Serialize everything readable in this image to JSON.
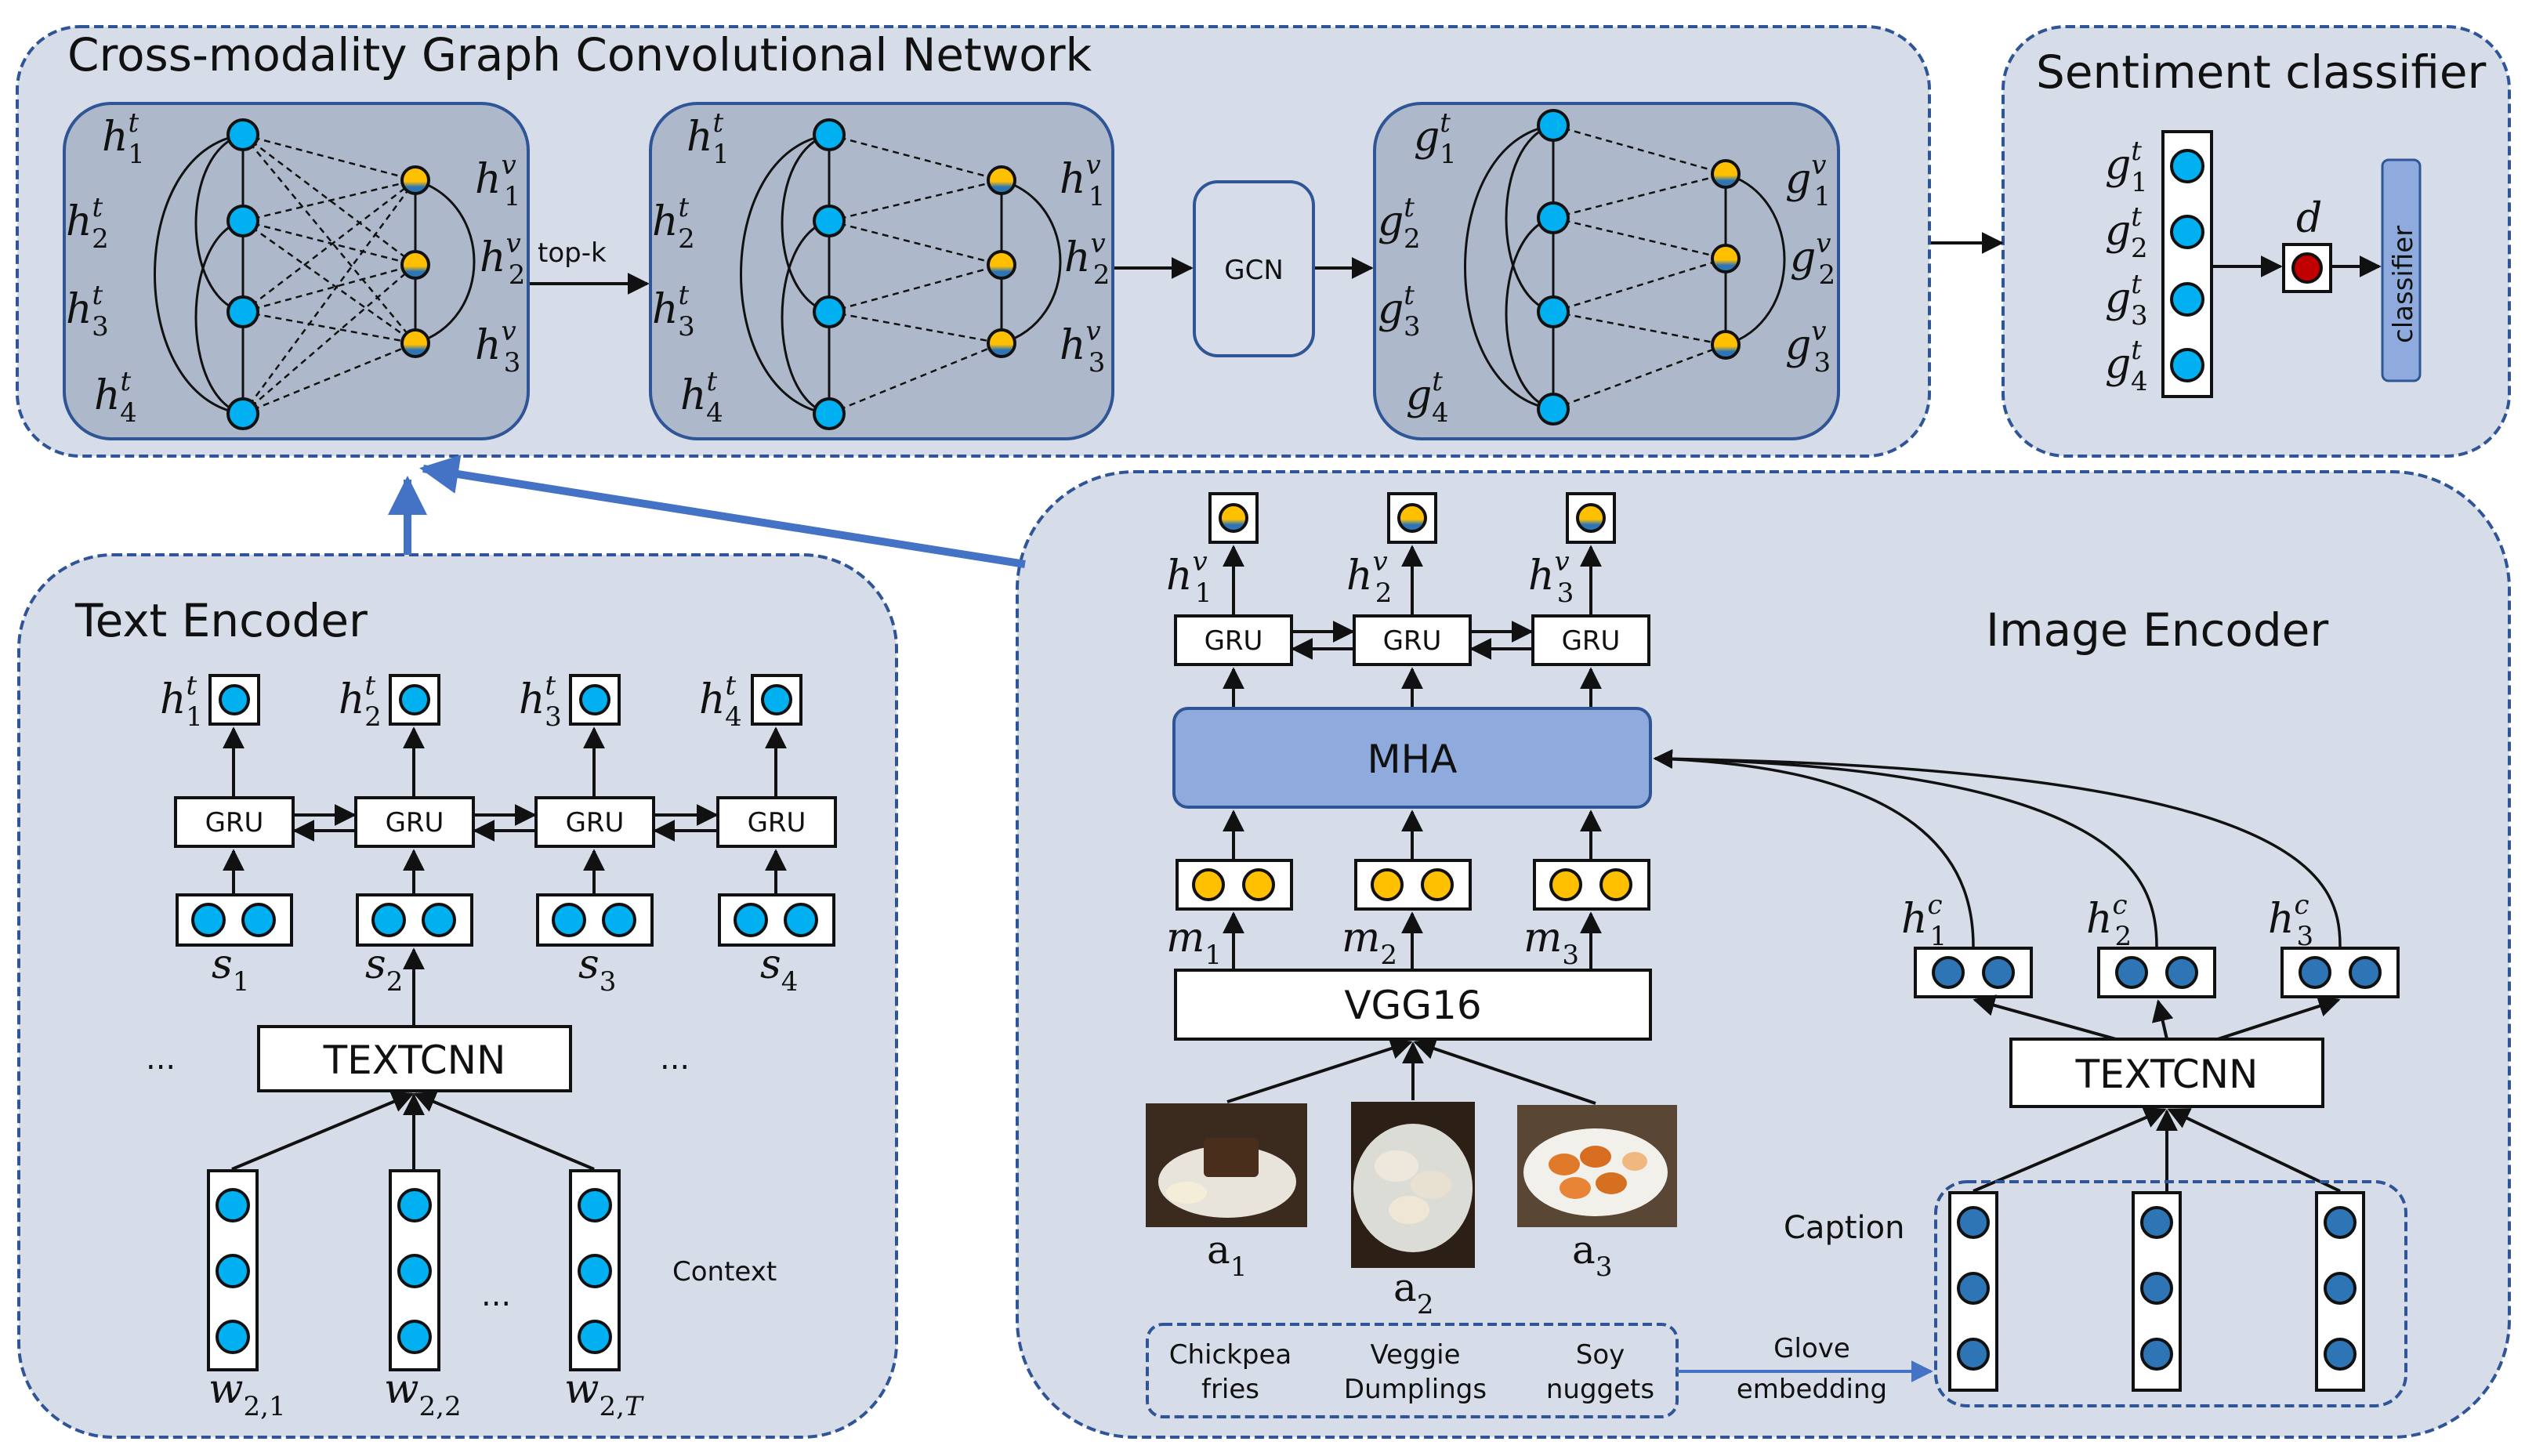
{
  "panels": {
    "graph_title": "Cross-modality Graph Convolutional Network",
    "sentiment_title": "Sentiment classifier",
    "text_title": "Text Encoder",
    "image_title": "Image Encoder"
  },
  "labels": {
    "topk": "top-k",
    "gcn": "GCN",
    "classifier": "classifier",
    "gru": "GRU",
    "mha": "MHA",
    "vgg": "VGG16",
    "textcnn": "TEXTCNN",
    "context": "Context",
    "caption": "Caption",
    "ellipsis": "...",
    "glove1": "Glove",
    "glove2": "embedding",
    "d": "d"
  },
  "captions": [
    [
      "Chickpea",
      "fries"
    ],
    [
      "Veggie",
      "Dumplings"
    ],
    [
      "Soy",
      "nuggets"
    ]
  ],
  "colors": {
    "panel_fill": "#d6dde9",
    "panel_border": "#2f5597",
    "graph_fill": "#adb9ca",
    "text_node": "#00b0f0",
    "visual_node_top": "#ffc000",
    "visual_node_bottom": "#2e75b6",
    "caption_node": "#2e75b6",
    "fused_node": "#c00000",
    "mha_fill": "#8faadc",
    "arrow_blue": "#4472c4"
  }
}
